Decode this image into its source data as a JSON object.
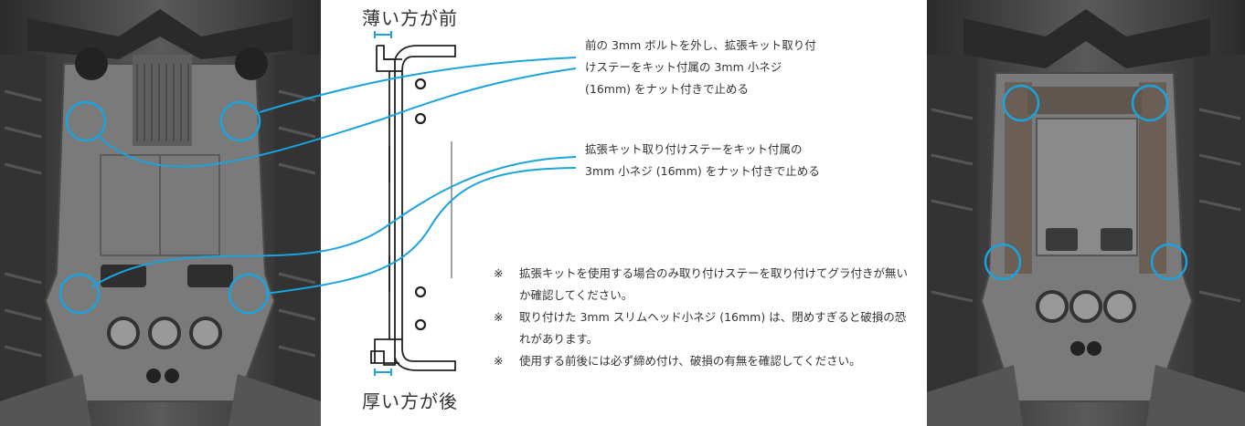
{
  "labels": {
    "front": "薄い方が前",
    "rear": "厚い方が後"
  },
  "instruction1": {
    "lines": [
      "前の 3mm ボルトを外し、拡張キット取り付",
      "けステーをキット付属の 3mm 小ネジ",
      "(16mm) をナット付きで止める"
    ]
  },
  "instruction2": {
    "lines": [
      "拡張キット取り付けステーをキット付属の",
      "3mm 小ネジ (16mm) をナット付きで止める"
    ]
  },
  "cautions": [
    {
      "mark": "※",
      "text": "拡張キットを使用する場合のみ取り付けステーを取り付けてグラ付きが無いか確認してください。"
    },
    {
      "mark": "※",
      "text": "取り付けた 3mm スリムヘッド小ネジ (16mm) は、閉めすぎると破損の恐れがあります。"
    },
    {
      "mark": "※",
      "text": "使用する前後には必ず締め付け、破損の有無を確認してください。"
    }
  ],
  "colors": {
    "accent": "#1aa3dd",
    "text": "#333333"
  }
}
